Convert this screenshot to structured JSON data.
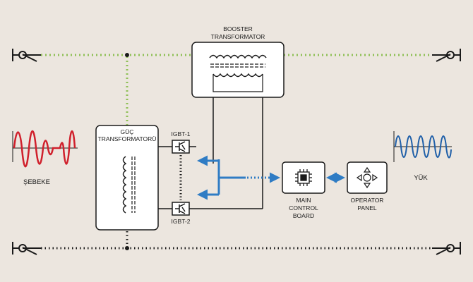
{
  "labels": {
    "booster_line1": "BOOSTER",
    "booster_line2": "TRANSFORMATOR",
    "guc_line1": "GÜÇ",
    "guc_line2": "TRANSFORMATORÜ",
    "igbt1": "IGBT-1",
    "igbt2": "IGBT-2",
    "sebeke": "ŞEBEKE",
    "yuk": "YÜK",
    "main_line1": "MAIN",
    "main_line2": "CONTROL",
    "main_line3": "BOARD",
    "op_line1": "OPERATOR",
    "op_line2": "PANEL"
  },
  "colors": {
    "background": "#ece6df",
    "green_dotted_line": "#8fc057",
    "dark_line": "#1a1a1a",
    "control_arrow_blue": "#2f7cc4",
    "sebeke_wave_red": "#d0202c",
    "yuk_wave_blue": "#1f5fa8"
  },
  "icons": [
    "switch-icon",
    "igbt-icon",
    "microchip-icon",
    "dpad-icon",
    "sine-wave-icon",
    "coil-icon"
  ]
}
